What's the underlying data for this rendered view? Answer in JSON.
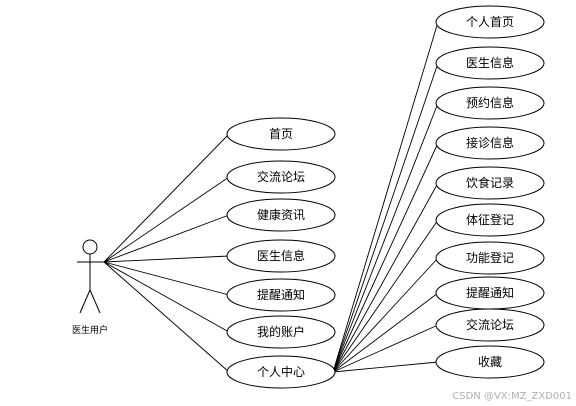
{
  "actor": {
    "label": "医生用户"
  },
  "main_use_cases": [
    "首页",
    "交流论坛",
    "健康资讯",
    "医生信息",
    "提醒通知",
    "我的账户",
    "个人中心"
  ],
  "personal_center_use_cases": [
    "个人首页",
    "医生信息",
    "预约信息",
    "接诊信息",
    "饮食记录",
    "体征登记",
    "功能登记",
    "提醒通知",
    "交流论坛",
    "收藏"
  ],
  "watermark": "CSDN @VX:MZ_ZXD001"
}
